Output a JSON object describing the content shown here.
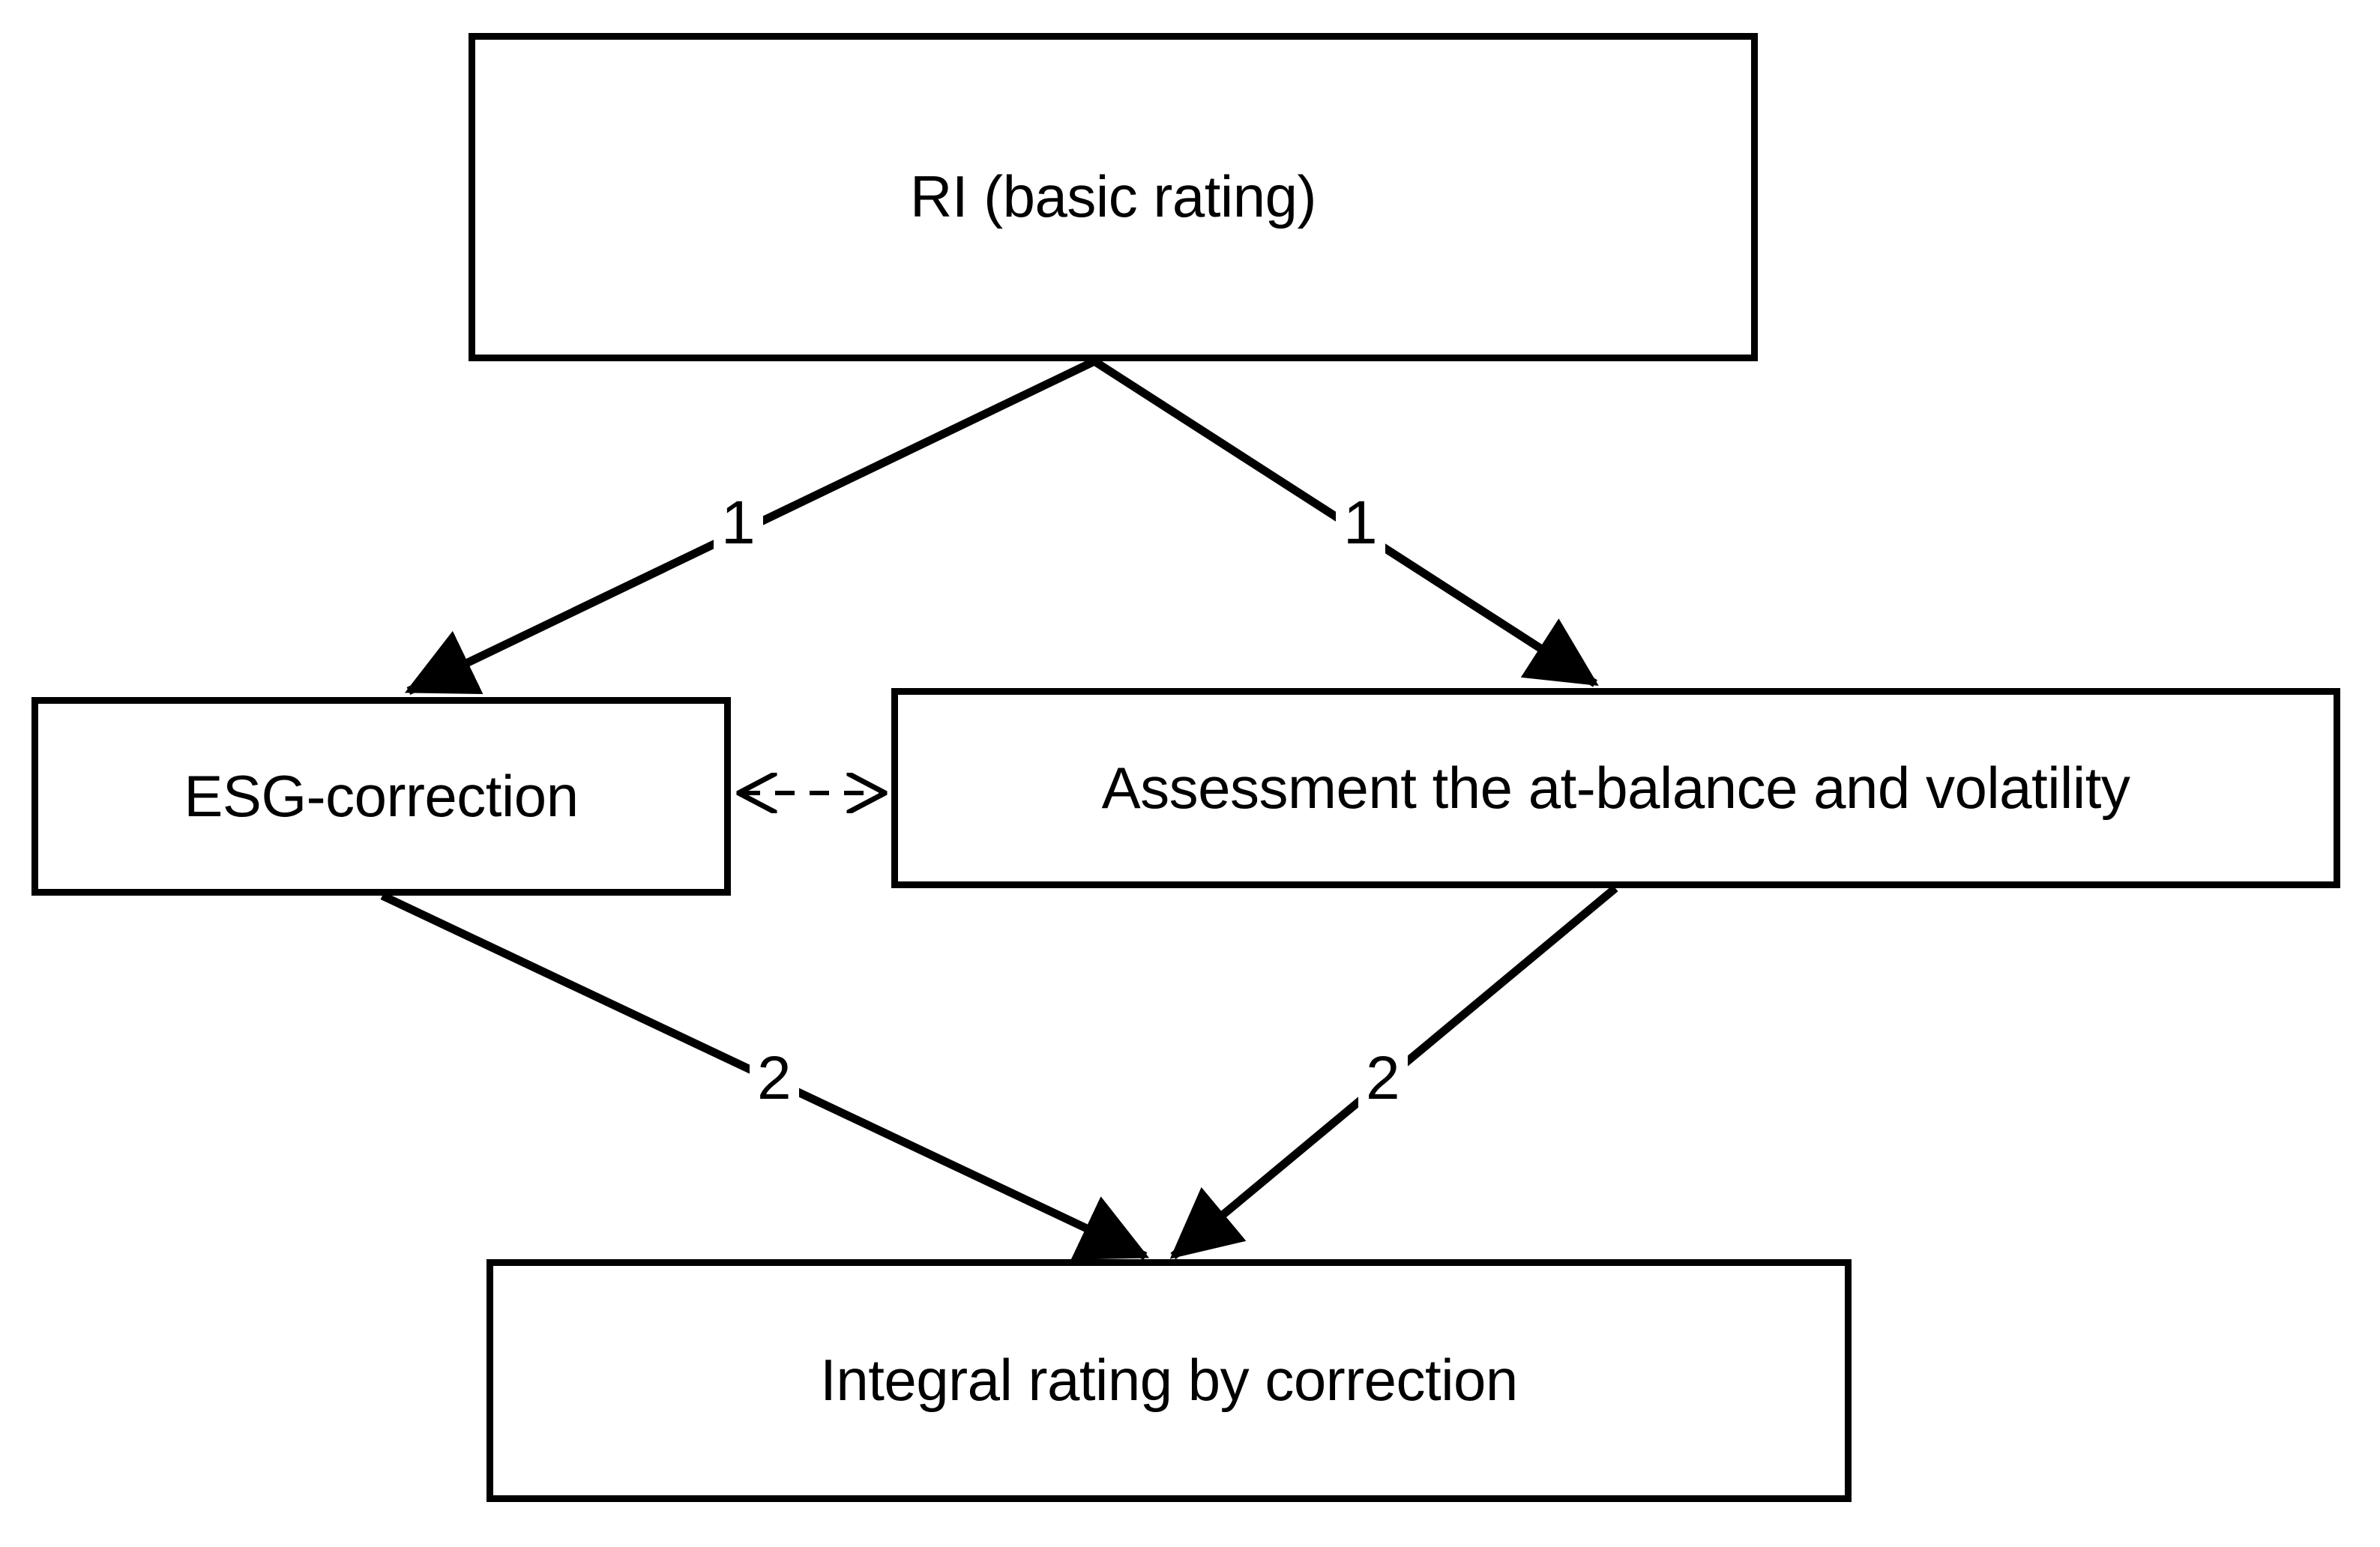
{
  "diagram": {
    "type": "flow-diagram",
    "title": "",
    "background_color": "#ffffff",
    "line_color": "#000000",
    "nodes": [
      {
        "id": "ri",
        "label": "RI (basic rating)"
      },
      {
        "id": "esg",
        "label": "ESG-correction"
      },
      {
        "id": "assessment",
        "label": "Assessment the at-balance and volatility"
      },
      {
        "id": "integral",
        "label": "Integral rating by correction"
      }
    ],
    "edges": [
      {
        "id": "ri-to-esg",
        "from": "ri",
        "to": "esg",
        "label": "1",
        "style": "solid",
        "arrow": "single"
      },
      {
        "id": "ri-to-assessment",
        "from": "ri",
        "to": "assessment",
        "label": "1",
        "style": "solid",
        "arrow": "single"
      },
      {
        "id": "esg-to-integral",
        "from": "esg",
        "to": "integral",
        "label": "2",
        "style": "solid",
        "arrow": "single"
      },
      {
        "id": "assessment-to-integral",
        "from": "assessment",
        "to": "integral",
        "label": "2",
        "style": "solid",
        "arrow": "single"
      },
      {
        "id": "esg-assessment-link",
        "from": "esg",
        "to": "assessment",
        "label": "",
        "style": "dashed",
        "arrow": "double"
      }
    ]
  }
}
